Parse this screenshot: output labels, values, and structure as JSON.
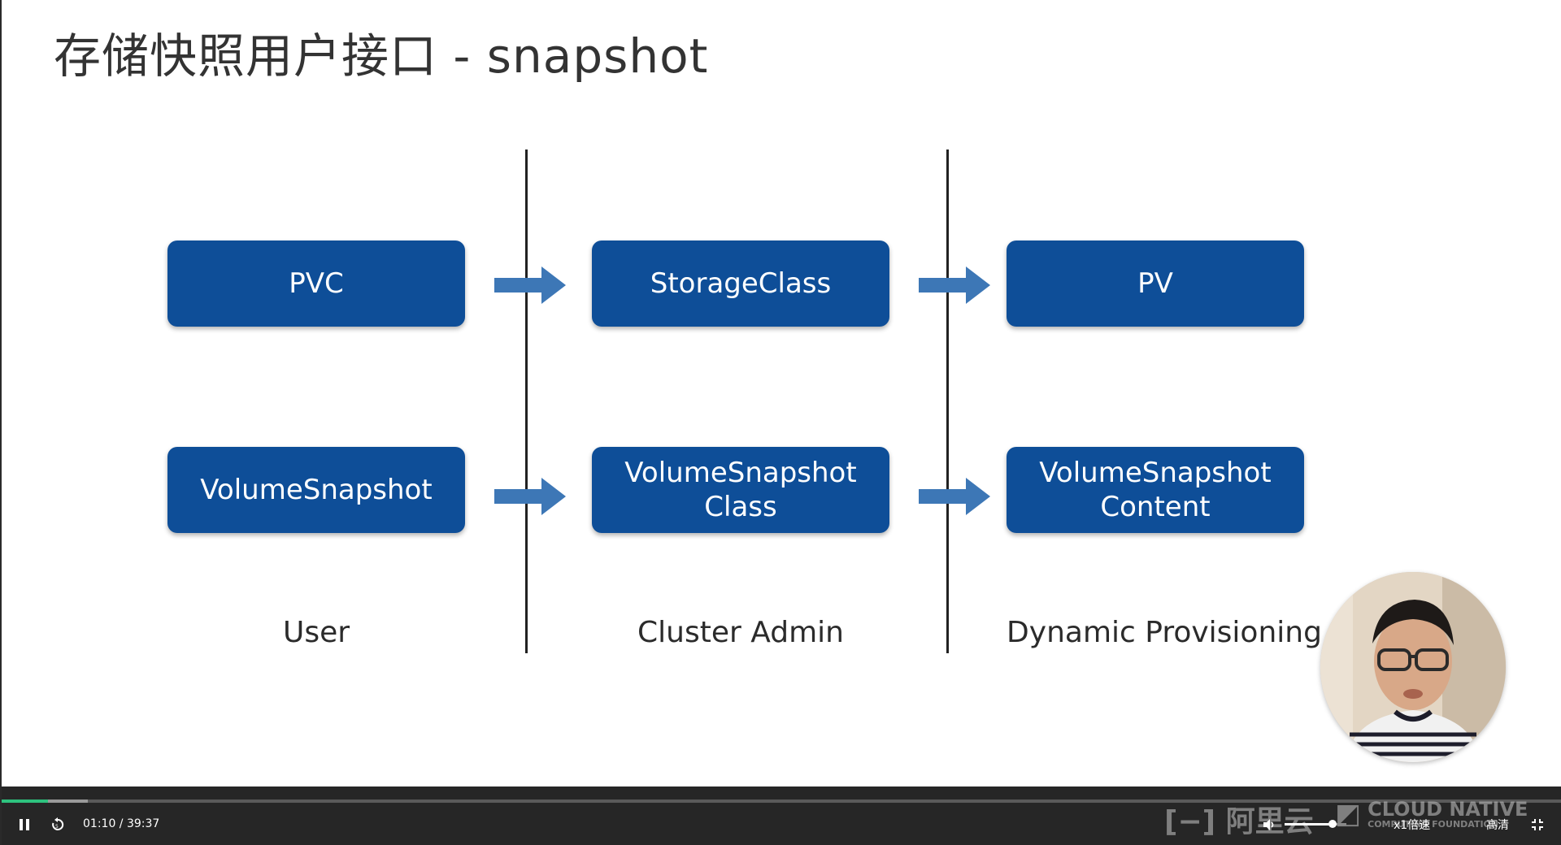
{
  "slide": {
    "title": "存储快照用户接口 - snapshot",
    "rows": [
      {
        "user": "PVC",
        "admin": [
          "StorageClass"
        ],
        "provisioning": [
          "PV"
        ]
      },
      {
        "user": "VolumeSnapshot",
        "admin": [
          "VolumeSnapshot",
          "Class"
        ],
        "provisioning": [
          "VolumeSnapshot",
          "Content"
        ]
      }
    ],
    "columns": {
      "user": "User",
      "admin": "Cluster Admin",
      "provisioning": "Dynamic Provisioning"
    },
    "colors": {
      "box": "#0e4e98",
      "arrow": "#3d77b6",
      "text": "#333333"
    }
  },
  "player": {
    "time_display": "01:10 / 39:37",
    "progress_fraction": 0.0295,
    "buffered_fraction": 0.055,
    "volume_fraction": 0.78,
    "speed_label": "x1倍速",
    "quality_label": "高清",
    "icons": {
      "play_pause": "pause-icon",
      "replay": "replay-icon",
      "volume": "volume-icon",
      "fullscreen": "exit-fullscreen-icon"
    },
    "watermarks": {
      "aliyun": "阿里云",
      "cncf_main": "CLOUD NATIVE",
      "cncf_sub": "COMPUTING FOUNDATION"
    }
  }
}
